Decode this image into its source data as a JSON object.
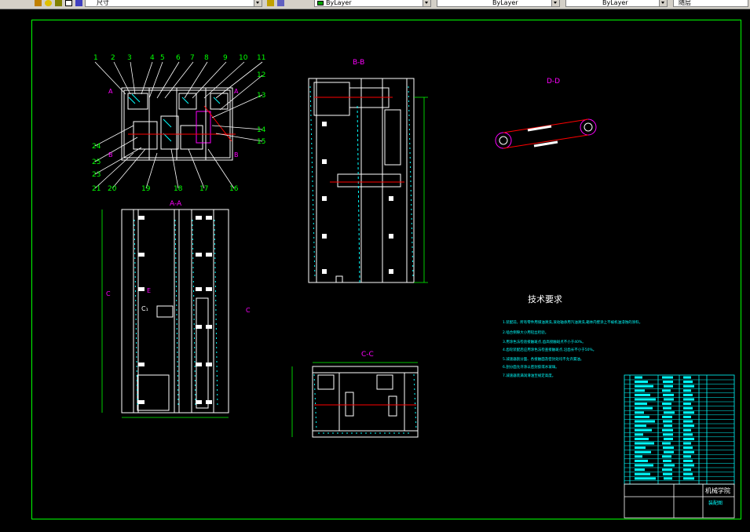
{
  "toolbar": {
    "layer_control_text": "ByLayer",
    "linetype_control_text": "ByLayer",
    "lineweight_control_text": "ByLayer",
    "color_control_text": "随层",
    "left_fragment": "尺寸"
  },
  "drawing": {
    "view_labels": {
      "bb": "B-B",
      "dd": "D-D",
      "aa": "A-A",
      "cc": "C-C"
    },
    "part_numbers_top": [
      "1",
      "2",
      "3",
      "4",
      "5",
      "6",
      "7",
      "8",
      "9",
      "10",
      "11"
    ],
    "part_numbers_right": [
      "12",
      "13",
      "14",
      "15"
    ],
    "part_numbers_bottom": [
      "21",
      "20",
      "19",
      "18",
      "17",
      "16"
    ],
    "part_numbers_left": [
      "24",
      "25",
      "23"
    ],
    "section_marks": {
      "a": "A",
      "b": "B",
      "c": "C",
      "c1": "C₁",
      "e": "E"
    },
    "tech_requirements_title": "技术要求",
    "tech_requirements": [
      "1.装配前，所有零件用煤油清洗,滚动轴承用汽油清洗,箱体内壁涂上不被机油浸蚀的涂料。",
      "2.啮合侧隙大小用铅丝检验。",
      "3.用涂色法检验接触斑点,齿高接触斑点不小于40%。",
      "4.齿轮装配后应用涂色法检查接触斑点,沿齿长不小于50%。",
      "5.减速器剖分面、各接触面及密封处均不允许漏油。",
      "6.剖分面允许涂以密封胶或水玻璃。",
      "7.减速器装满润滑油至规定高度。"
    ],
    "title_block": {
      "school": "机械学院",
      "drawing_name": "装配图"
    }
  },
  "colors": {
    "border": "#00ff00",
    "outline": "#ffffff",
    "dimension": "#00ff00",
    "label": "#ff00ff",
    "hatch": "#00ffff",
    "centerline": "#ff0000",
    "table": "#00ffff"
  }
}
